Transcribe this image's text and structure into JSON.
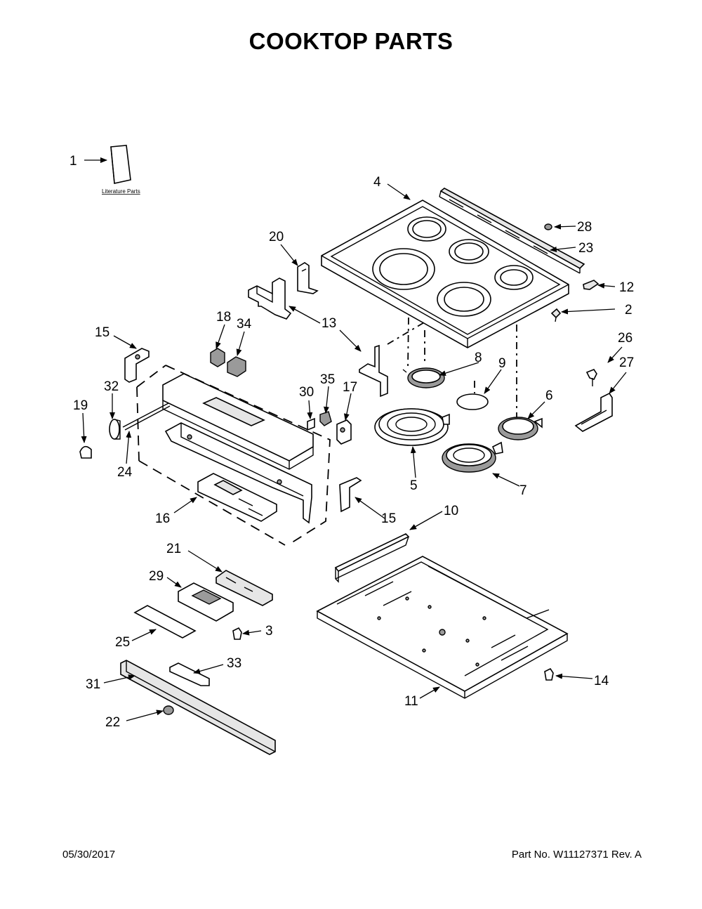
{
  "title": "COOKTOP PARTS",
  "literature_label": "Literature Parts",
  "callouts": {
    "c1": "1",
    "c2": "2",
    "c3": "3",
    "c4": "4",
    "c5": "5",
    "c6": "6",
    "c7": "7",
    "c8": "8",
    "c9": "9",
    "c10": "10",
    "c11": "11",
    "c12": "12",
    "c13": "13",
    "c14": "14",
    "c15a": "15",
    "c15b": "15",
    "c16": "16",
    "c17": "17",
    "c18": "18",
    "c19": "19",
    "c20": "20",
    "c21": "21",
    "c22": "22",
    "c23": "23",
    "c24": "24",
    "c25": "25",
    "c26": "26",
    "c27": "27",
    "c28": "28",
    "c29": "29",
    "c30": "30",
    "c31": "31",
    "c32": "32",
    "c33": "33",
    "c34": "34",
    "c35": "35"
  },
  "footer": {
    "date": "05/30/2017",
    "part_number": "Part No.  W11127371  Rev.  A"
  }
}
